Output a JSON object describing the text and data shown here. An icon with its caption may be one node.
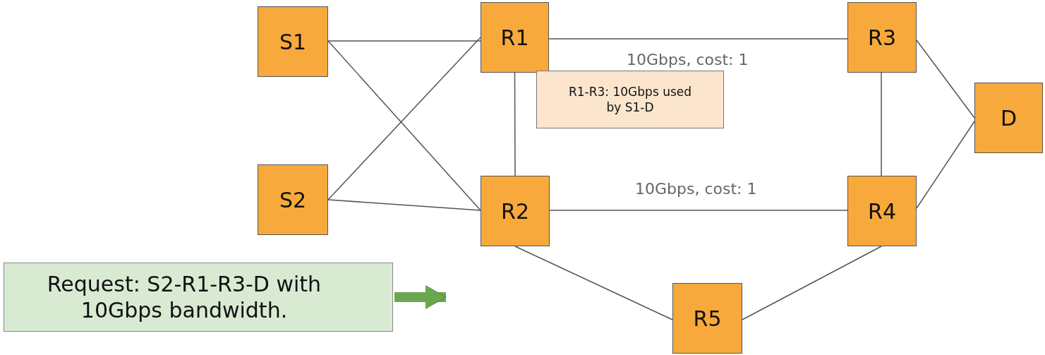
{
  "diagram": {
    "nodes": [
      {
        "text": [
          "S1"
        ]
      },
      {
        "text": [
          "R1"
        ]
      },
      {
        "text": [
          "R3"
        ]
      },
      {
        "text": [
          "R1-R3: 10Gbps used by S1-D"
        ]
      },
      {
        "text": [
          "D"
        ]
      },
      {
        "text": [
          "S2"
        ]
      },
      {
        "text": [
          "R2"
        ]
      },
      {
        "text": [
          "R4"
        ]
      },
      {
        "text": [
          "Request: S2-R1-R3-D with 10Gbps bandwidth."
        ]
      },
      {
        "text": [
          "R5"
        ]
      }
    ],
    "edges": [
      {
        "from": 0,
        "to": 1,
        "arrow": "none"
      },
      {
        "from": 0,
        "to": 6,
        "arrow": "none"
      },
      {
        "from": 5,
        "to": 1,
        "arrow": "none"
      },
      {
        "from": 5,
        "to": 6,
        "arrow": "none"
      },
      {
        "from": 1,
        "to": 2,
        "arrow": "none",
        "label": "10Gbps, cost: 1"
      },
      {
        "from": 1,
        "to": 6,
        "arrow": "none"
      },
      {
        "from": 2,
        "to": 7,
        "arrow": "none"
      },
      {
        "from": 2,
        "to": 4,
        "arrow": "none"
      },
      {
        "from": 7,
        "to": 4,
        "arrow": "none"
      },
      {
        "from": 6,
        "to": 7,
        "arrow": "none",
        "label": "10Gbps, cost: 1"
      },
      {
        "from": 6,
        "to": 9,
        "arrow": "none"
      },
      {
        "from": 9,
        "to": 7,
        "arrow": "none"
      },
      {
        "from": 8,
        "to": null,
        "arrow": "to",
        "style": "thick",
        "color": "#6aa84f"
      }
    ]
  }
}
